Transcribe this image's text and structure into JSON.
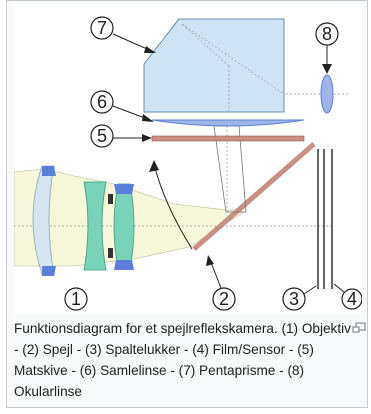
{
  "figure": {
    "labels": [
      "1",
      "2",
      "3",
      "4",
      "5",
      "6",
      "7",
      "8"
    ]
  },
  "caption": {
    "text": "Funktionsdiagram for et spejlreflekskamera. (1) Objektiv - (2) Spejl - (3) Spaltelukker - (4) Film/Sensor - (5) Matskive - (6) Samlelinse - (7) Pentaprisme - (8) Okularlinse"
  },
  "icons": {
    "enlarge": "enlarge-icon"
  },
  "colors": {
    "prism": "#cfe3f3",
    "lens_blue": "#5b7fd8",
    "lens_green": "#79d3b8",
    "lens_pale": "#d5e4ee",
    "light_beam": "#f7f7dc",
    "mirror": "#c98f82"
  }
}
